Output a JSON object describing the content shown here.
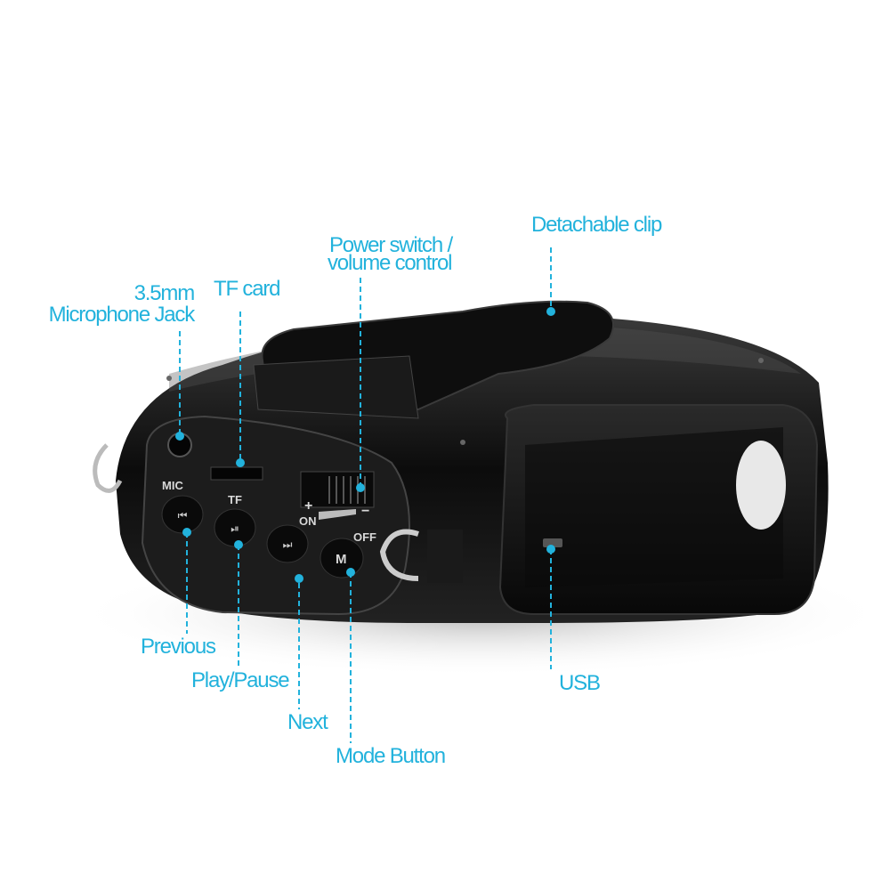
{
  "callouts": {
    "clip": "Detachable clip",
    "power_line1": "Power switch /",
    "power_line2": "volume control",
    "tf": "TF card",
    "mic_line1": "3.5mm",
    "mic_line2": "Microphone Jack",
    "previous": "Previous",
    "play_pause": "Play/Pause",
    "next": "Next",
    "mode": "Mode Button",
    "usb": "USB"
  },
  "device": {
    "mic": "MIC",
    "tf": "TF",
    "plus": "+",
    "minus": "−",
    "on": "ON",
    "off": "OFF",
    "mode_key": "M"
  },
  "colors": {
    "accent": "#22b2dc",
    "body": "#111111"
  }
}
